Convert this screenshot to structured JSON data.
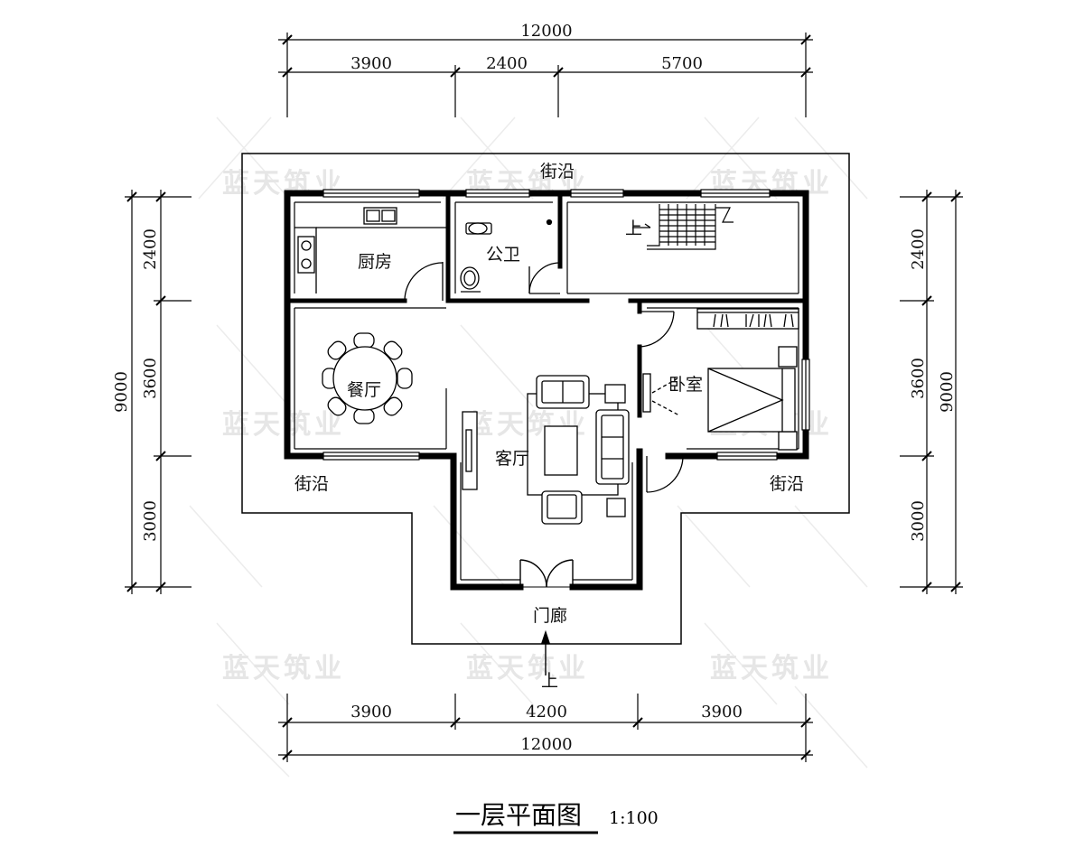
{
  "title": "一层平面图",
  "scale": "1:100",
  "watermark": "蓝天筑业",
  "dimensions": {
    "top_total": "12000",
    "top_parts": [
      "3900",
      "2400",
      "5700"
    ],
    "bottom_total": "12000",
    "bottom_parts": [
      "3900",
      "4200",
      "3900"
    ],
    "left_total": "9000",
    "left_parts": [
      "2400",
      "3600",
      "3000"
    ],
    "right_total": "9000",
    "right_parts": [
      "2400",
      "3600",
      "3000"
    ]
  },
  "rooms": {
    "kitchen": "厨房",
    "toilet": "公卫",
    "dining": "餐厅",
    "living": "客厅",
    "bedroom": "卧室",
    "porch": "门廊",
    "eave_top": "街沿",
    "eave_left": "街沿",
    "eave_right": "街沿"
  },
  "stair_up_label": "上",
  "entry_up_label": "上"
}
